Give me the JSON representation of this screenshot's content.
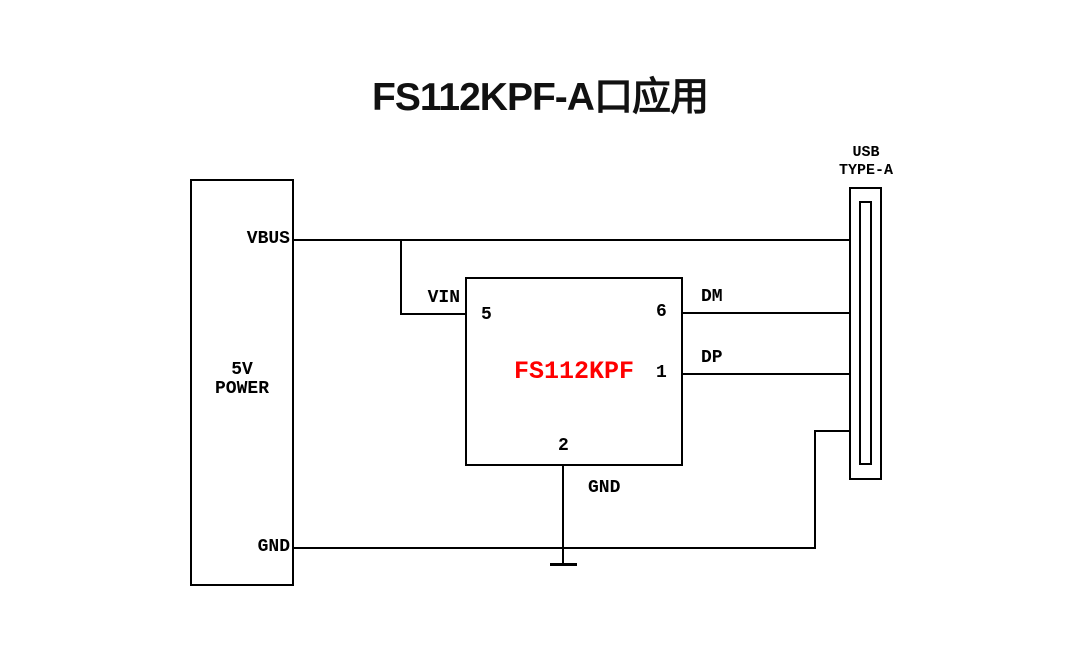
{
  "title": "FS112KPF-A口应用",
  "colors": {
    "background": "#FFFFFF",
    "line": "#000000",
    "chip_name": "#FF0000"
  },
  "power_supply": {
    "name_line1": "5V",
    "name_line2": "POWER",
    "pins": [
      {
        "name": "VBUS"
      },
      {
        "name": "GND"
      }
    ]
  },
  "chip": {
    "name": "FS112KPF",
    "pins": [
      {
        "number": "5",
        "net": "VIN"
      },
      {
        "number": "6",
        "net": "DM"
      },
      {
        "number": "1",
        "net": "DP"
      },
      {
        "number": "2",
        "net": "GND"
      }
    ]
  },
  "usb_connector": {
    "name_line1": "USB",
    "name_line2": "TYPE-A"
  }
}
